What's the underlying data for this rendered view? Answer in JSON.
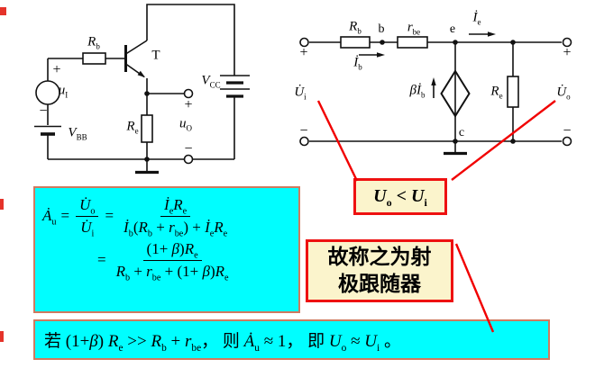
{
  "colors": {
    "cyan_fill": "#00feff",
    "cyan_border": "#cf7a5f",
    "callout_border": "#ee1111",
    "callout_fill": "#fbf4cc",
    "red_line": "#f10000"
  },
  "signs": {
    "plus": "+",
    "minus": "−"
  },
  "left_circuit": {
    "labels": {
      "Rb": [
        {
          "t": "R",
          "s": "b"
        }
      ],
      "T": "T",
      "uI": [
        {
          "t": "u",
          "s": "I"
        }
      ],
      "VBB": [
        {
          "t": "V",
          "s": "BB"
        }
      ],
      "Re": [
        {
          "t": "R",
          "s": "e"
        }
      ],
      "uO": [
        {
          "t": "u",
          "s": "O"
        }
      ],
      "VCC": [
        {
          "t": "V",
          "s": "CC"
        }
      ]
    }
  },
  "right_circuit": {
    "labels": {
      "Rb": [
        {
          "t": "R",
          "s": "b"
        }
      ],
      "b": "b",
      "rbe": [
        {
          "t": "r",
          "s": "be"
        }
      ],
      "Ib": [
        {
          "t": "İ",
          "s": "b"
        }
      ],
      "e": "e",
      "Ie": [
        {
          "t": "İ",
          "s": "e"
        }
      ],
      "bIb": [
        {
          "t": "βİ",
          "s": "b"
        }
      ],
      "Re": [
        {
          "t": "R",
          "s": "e"
        }
      ],
      "c": "c",
      "Ui": [
        {
          "t": "U̇",
          "s": "i"
        }
      ],
      "Uo": [
        {
          "t": "U̇",
          "s": "o"
        }
      ]
    }
  },
  "formula_box": {
    "lhs": [
      {
        "t": "Ȧ",
        "s": "u"
      }
    ],
    "eq": "=",
    "frac1": {
      "num": [
        {
          "t": "U̇",
          "s": "o"
        }
      ],
      "den": [
        {
          "t": "U̇",
          "s": "i"
        }
      ]
    },
    "frac2": {
      "num": [
        {
          "t": "İ",
          "s": "e"
        },
        {
          "t": "R",
          "s": "e"
        }
      ],
      "den": [
        {
          "t": "İ",
          "s": "b"
        },
        "(",
        {
          "t": "R",
          "s": "b"
        },
        " + ",
        {
          "t": "r",
          "s": "be"
        },
        ") + ",
        {
          "t": "İ",
          "s": "e"
        },
        {
          "t": "R",
          "s": "e"
        }
      ]
    },
    "frac3": {
      "num": [
        "(1+ ",
        {
          "t": "β"
        },
        ")",
        {
          "t": "R",
          "s": "e"
        }
      ],
      "den": [
        {
          "t": "R",
          "s": "b"
        },
        " + ",
        {
          "t": "r",
          "s": "be"
        },
        " + (1+ ",
        {
          "t": "β"
        },
        ")",
        {
          "t": "R",
          "s": "e"
        }
      ]
    }
  },
  "callout_uo_ui": [
    {
      "t": "U",
      "s": "o"
    },
    " < ",
    {
      "t": "U",
      "s": "i"
    }
  ],
  "callout_follower": {
    "line1": "故称之为射",
    "line2": "极跟随器"
  },
  "bottom_bar": [
    "若 (1+",
    {
      "t": "β"
    },
    ") ",
    {
      "t": "R",
      "s": "e"
    },
    " >> ",
    {
      "t": "R",
      "s": "b"
    },
    " + ",
    {
      "t": "r",
      "s": "be"
    },
    "， 则 ",
    {
      "t": "Ȧ",
      "s": "u"
    },
    " ≈ 1， 即 ",
    {
      "t": "U",
      "s": "o"
    },
    " ≈ ",
    {
      "t": "U",
      "s": "i"
    },
    " 。"
  ]
}
